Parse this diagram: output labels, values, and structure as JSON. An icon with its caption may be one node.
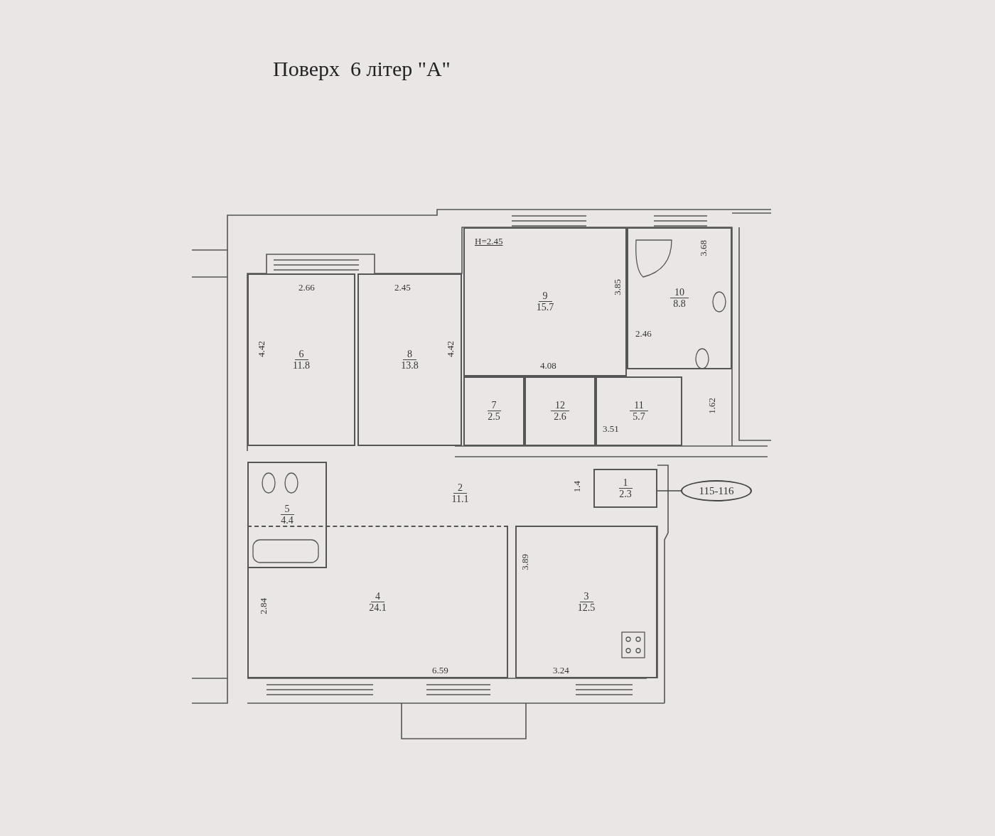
{
  "diagram": {
    "title": "Поверх  6 літер \"А\"",
    "nodes": [
      {
        "text": [
          "6",
          "11.8"
        ]
      },
      {
        "text": [
          "8",
          "13.8"
        ]
      },
      {
        "text": [
          "9",
          "15.7"
        ]
      },
      {
        "text": [
          "10",
          "8.8"
        ]
      },
      {
        "text": [
          "7",
          "2.5"
        ]
      },
      {
        "text": [
          "12",
          "2.6"
        ]
      },
      {
        "text": [
          "11",
          "5.7"
        ]
      },
      {
        "text": [
          "5",
          "4.4"
        ]
      },
      {
        "text": [
          "2",
          "11.1"
        ]
      },
      {
        "text": [
          "1",
          "2.3"
        ]
      },
      {
        "text": [
          "115-116"
        ]
      },
      {
        "text": [
          "4",
          "24.1"
        ]
      },
      {
        "text": [
          "3",
          "12.5"
        ]
      }
    ],
    "edges": [
      {
        "from": 10,
        "to": 9,
        "arrow": "none"
      }
    ],
    "labels": [
      "H=2.45",
      "3.68",
      "2.66",
      "2.45",
      "3.85",
      "2.46",
      "4.42",
      "4.42",
      "4.08",
      "1.62",
      "3.51",
      "1.4",
      "3.89",
      "2.84",
      "6.59",
      "3.24"
    ]
  }
}
